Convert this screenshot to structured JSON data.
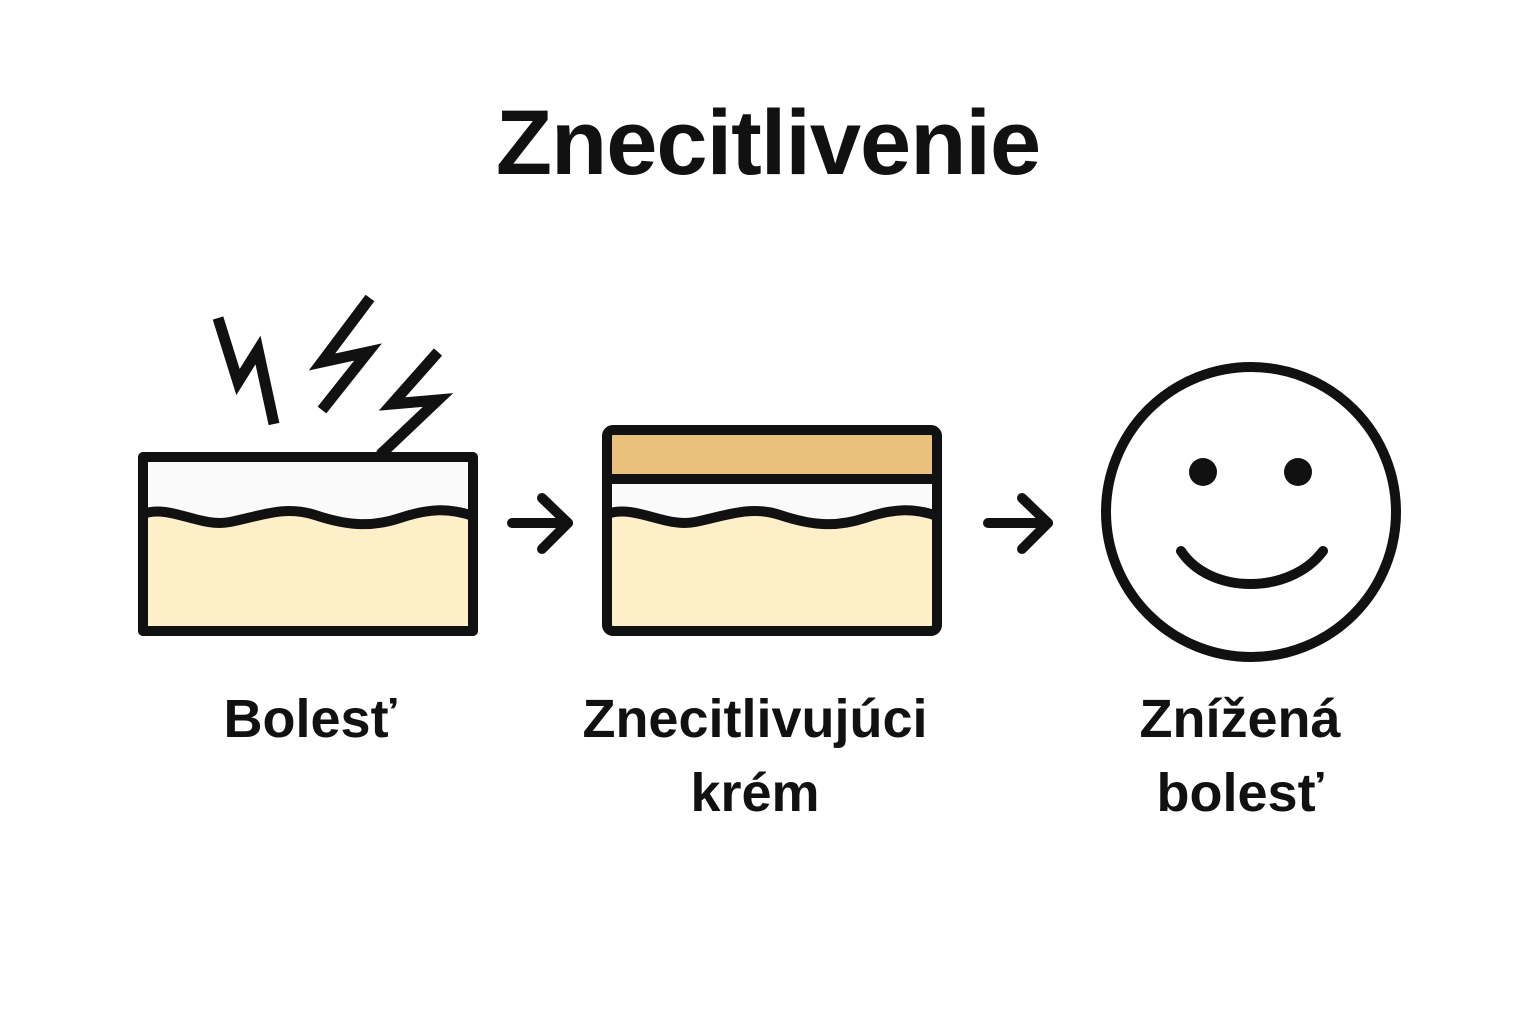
{
  "title": "Znecitlivenie",
  "colors": {
    "stroke": "#111111",
    "skin_fill": "#fdefc8",
    "skin_top_fill": "#fafafa",
    "cream_fill": "#e9c07c",
    "background": "#ffffff"
  },
  "steps": [
    {
      "id": "pain",
      "label": "Bolesť",
      "icon": "skin-with-lightning-icon"
    },
    {
      "id": "cream",
      "label": "Znecitlivujúci\nkrém",
      "icon": "skin-with-cream-layer-icon"
    },
    {
      "id": "reduced",
      "label": "Znížená\nbolesť",
      "icon": "smiley-face-icon"
    }
  ],
  "arrows": [
    {
      "from": "pain",
      "to": "cream",
      "icon": "arrow-right-icon"
    },
    {
      "from": "cream",
      "to": "reduced",
      "icon": "arrow-right-icon"
    }
  ]
}
